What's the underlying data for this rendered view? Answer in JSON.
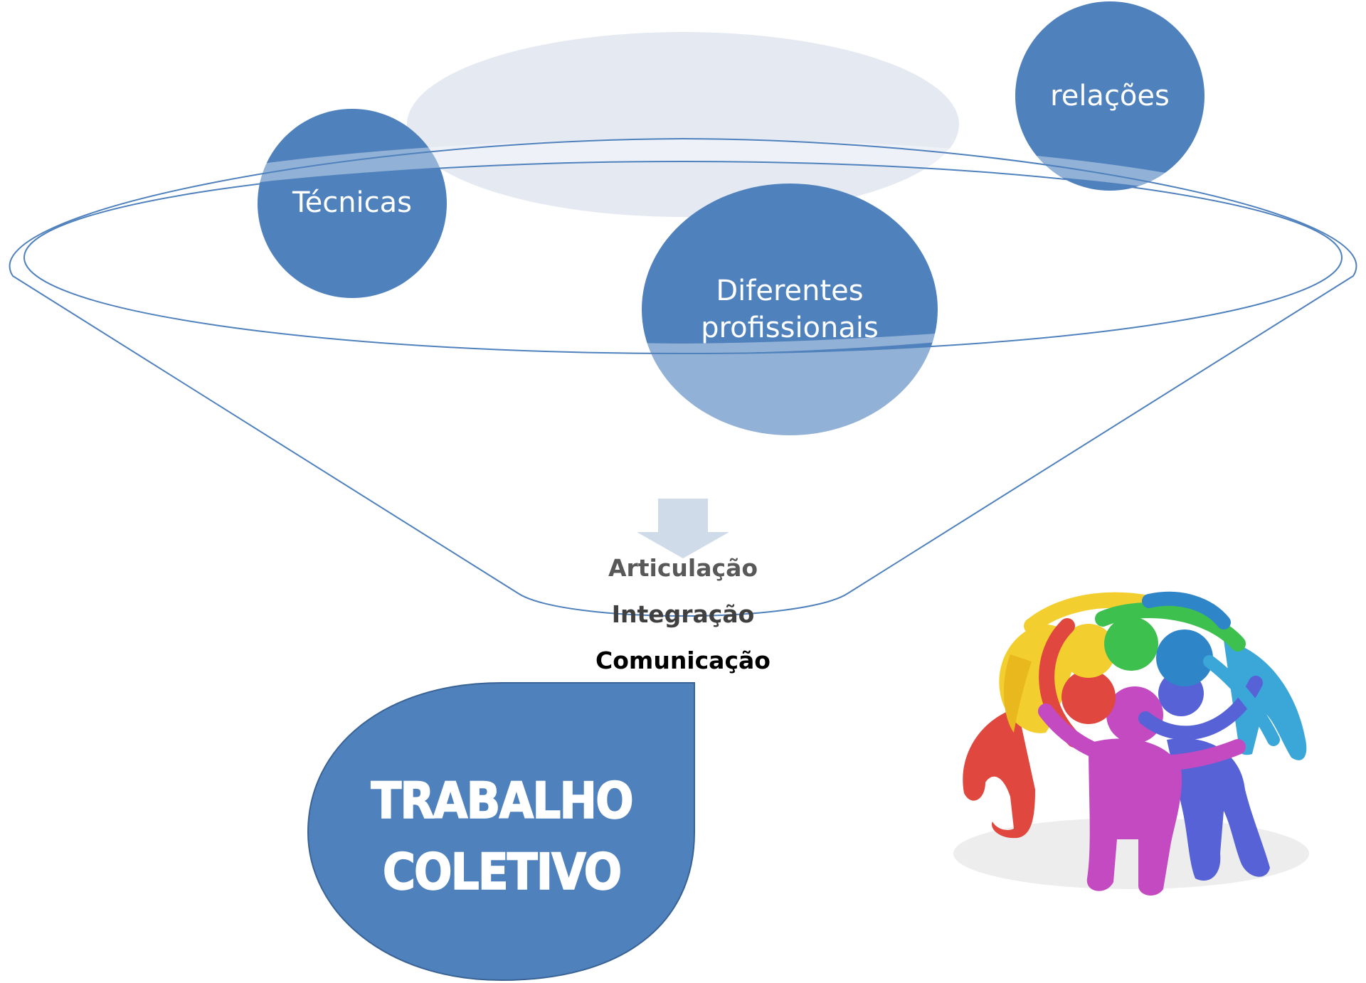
{
  "nodes": {
    "tecnicas": "Técnicas",
    "diferentes_line1": "Diferentes",
    "diferentes_line2": "profissionais",
    "relacoes": "relações"
  },
  "flow": {
    "articulacao": "Articulação",
    "integracao": "Integração",
    "comunicacao": "Comunicação"
  },
  "result": {
    "line1": "TRABALHO",
    "line2": "COLETIVO"
  },
  "colors": {
    "node_blue": "#4F81BD",
    "light_ellipse": "#E4E9F2",
    "funnel_stroke": "#4F81BD",
    "arrow_fill": "#D0DBEA",
    "articulacao_text": "#595959",
    "integracao_text": "#404040",
    "comunicacao_text": "#000000"
  },
  "illustration": {
    "description_icon": "team-huddle-figures"
  }
}
